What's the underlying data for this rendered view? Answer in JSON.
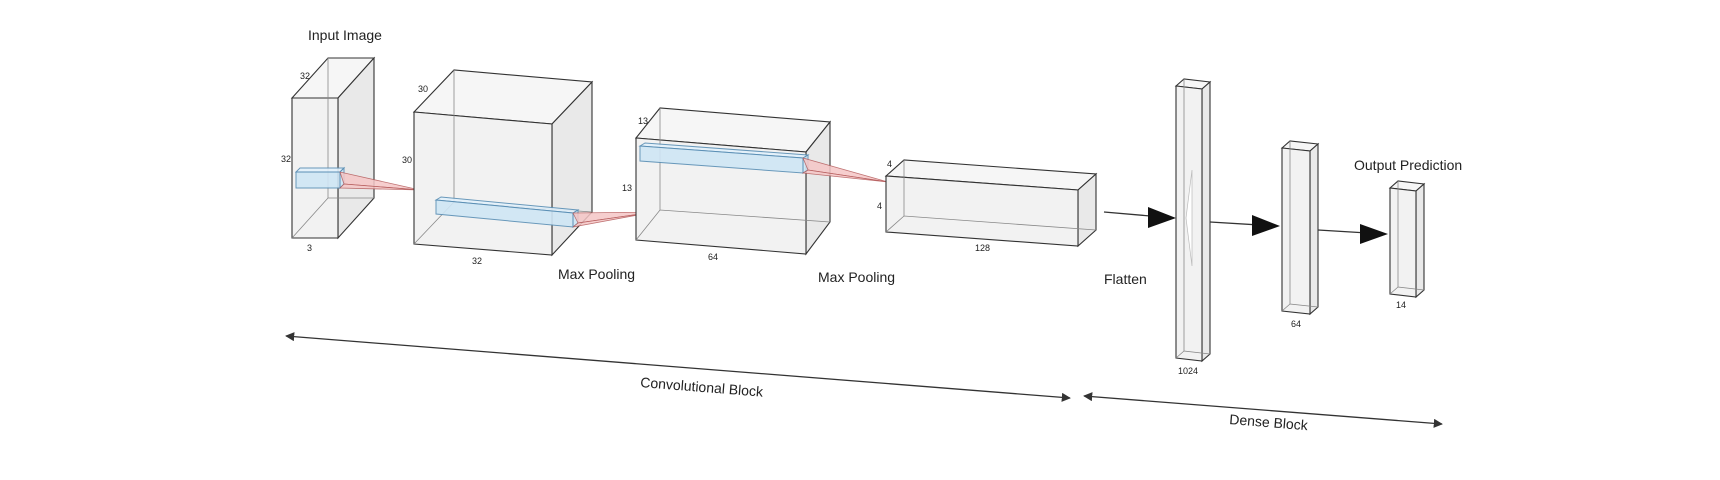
{
  "labels": {
    "input_image": "Input Image",
    "max_pooling_1": "Max Pooling",
    "max_pooling_2": "Max Pooling",
    "flatten": "Flatten",
    "output_prediction": "Output Prediction",
    "convolutional_block": "Convolutional Block",
    "dense_block": "Dense Block"
  },
  "dims": {
    "input": {
      "height": "32",
      "width": "32",
      "depth": "3"
    },
    "conv1": {
      "height": "30",
      "width": "30",
      "depth": "32"
    },
    "conv2": {
      "height": "13",
      "width": "13",
      "depth": "64"
    },
    "conv3": {
      "height": "4",
      "width": "4",
      "depth": "128"
    },
    "dense1": {
      "units": "1024"
    },
    "dense2": {
      "units": "64"
    },
    "output": {
      "units": "14"
    }
  }
}
